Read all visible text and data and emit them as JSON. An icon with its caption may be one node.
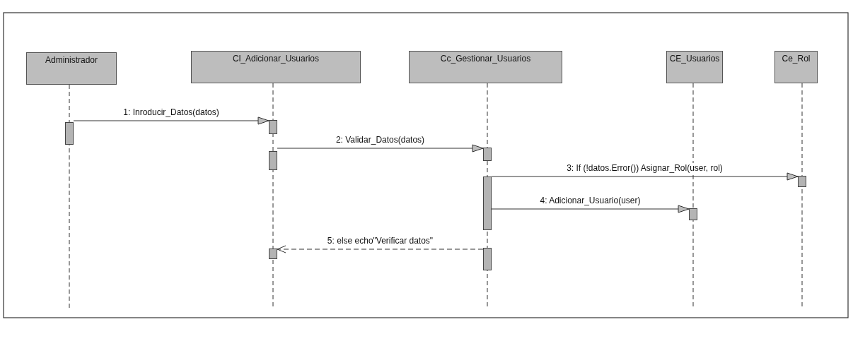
{
  "diagram": {
    "nodes": [
      {
        "text": [
          "Administrador"
        ]
      },
      {
        "text": [
          "Cl_Adicionar_Usuarios"
        ]
      },
      {
        "text": [
          "Cc_Gestionar_Usuarios"
        ]
      },
      {
        "text": [
          "CE_Usuarios"
        ]
      },
      {
        "text": [
          "Ce_Rol"
        ]
      },
      {
        "text": [],
        "shape": "bar"
      },
      {
        "text": [],
        "shape": "bar"
      },
      {
        "text": [],
        "shape": "bar"
      },
      {
        "text": [],
        "shape": "bar"
      },
      {
        "text": [],
        "shape": "bar"
      },
      {
        "text": [],
        "shape": "bar"
      },
      {
        "text": [],
        "shape": "bar"
      },
      {
        "text": [],
        "shape": "bar"
      },
      {
        "text": [],
        "shape": "bar"
      }
    ],
    "edges": [
      {
        "from": 5,
        "to": 6,
        "arrow": "to",
        "label": "1: Inroducir_Datos(datos)"
      },
      {
        "from": 7,
        "to": 9,
        "arrow": "to",
        "label": "2: Validar_Datos(datos)"
      },
      {
        "from": 10,
        "to": 13,
        "arrow": "to",
        "label": "3: If (!datos.Error()) Asignar_Rol(user, rol)"
      },
      {
        "from": 10,
        "to": 12,
        "arrow": "to",
        "label": "4: Adicionar_Usuario(user)"
      },
      {
        "from": 11,
        "to": 8,
        "arrow": "to",
        "label": "5: else echo\"Verificar datos\"",
        "style": "dashed"
      }
    ]
  }
}
